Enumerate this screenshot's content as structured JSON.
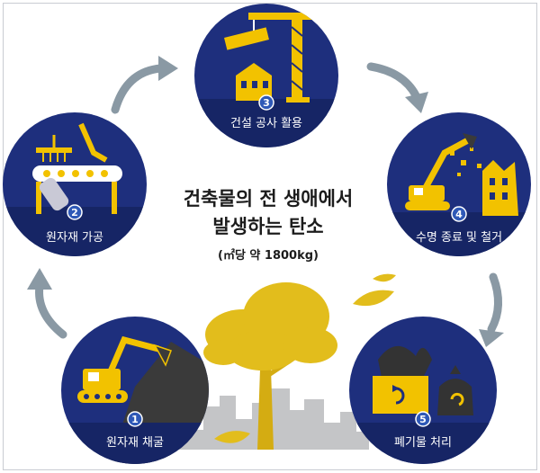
{
  "title": {
    "line1": "건축물의 전 생애에서",
    "line2": "발생하는 탄소",
    "subtitle": "(㎡당 약 1800kg)"
  },
  "stages": [
    {
      "num": "1",
      "label": "원자재 채굴",
      "icon": "excavator-digging-icon"
    },
    {
      "num": "2",
      "label": "원자재 가공",
      "icon": "factory-conveyor-icon"
    },
    {
      "num": "3",
      "label": "건설 공사 활용",
      "icon": "tower-crane-icon"
    },
    {
      "num": "4",
      "label": "수명 종료 및 철거",
      "icon": "demolition-excavator-icon"
    },
    {
      "num": "5",
      "label": "폐기물 처리",
      "icon": "recycling-bin-icon"
    }
  ],
  "colors": {
    "circle_navy": "#1e2f7d",
    "badge_blue": "#2f59b7",
    "accent_yellow": "#f2c200",
    "tree_yellow": "#e2bd1c",
    "arrow_gray": "#8a99a4",
    "city_gray": "#c4c5c7"
  }
}
